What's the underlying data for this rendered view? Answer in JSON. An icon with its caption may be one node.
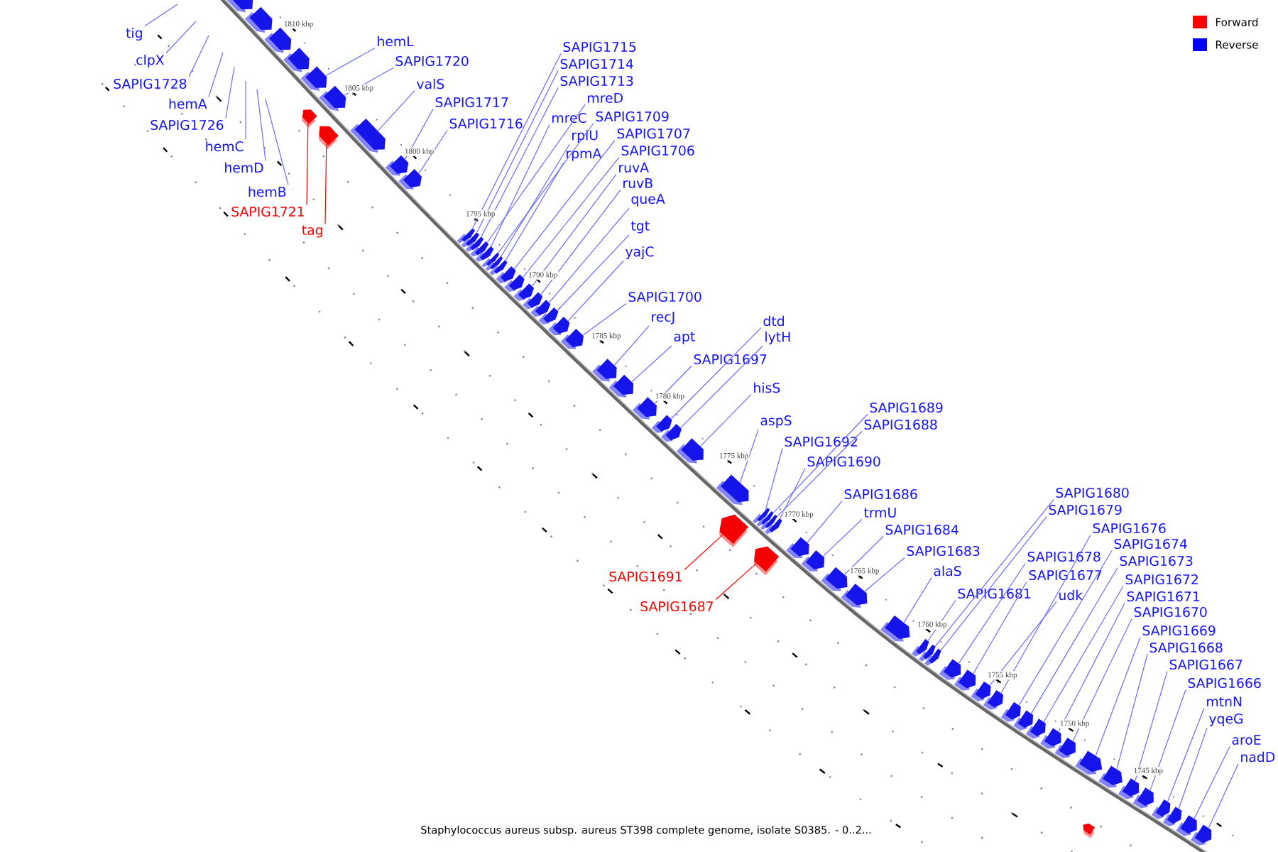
{
  "diagram": {
    "caption": "Staphylococcus aureus subsp. aureus ST398 complete genome, isolate S0385. - 0..2...",
    "nodes": [
      {
        "text": [
          "tig"
        ]
      },
      {
        "text": [
          "clpX"
        ]
      },
      {
        "text": [
          "SAPIG1728"
        ]
      },
      {
        "text": [
          "hemA"
        ]
      },
      {
        "text": [
          "SAPIG1726"
        ]
      },
      {
        "text": [
          "hemC"
        ]
      },
      {
        "text": [
          "hemD"
        ]
      },
      {
        "text": [
          "hemB"
        ]
      },
      {
        "text": [
          "SAPIG1721"
        ]
      },
      {
        "text": [
          "tag"
        ]
      },
      {
        "text": [
          "hemL"
        ]
      },
      {
        "text": [
          "SAPIG1720"
        ]
      },
      {
        "text": [
          "valS"
        ]
      },
      {
        "text": [
          "SAPIG1717"
        ]
      },
      {
        "text": [
          "SAPIG1716"
        ]
      },
      {
        "text": [
          "SAPIG1715"
        ]
      },
      {
        "text": [
          "SAPIG1714"
        ]
      },
      {
        "text": [
          "SAPIG1713"
        ]
      },
      {
        "text": [
          "mreD"
        ]
      },
      {
        "text": [
          "mreC"
        ]
      },
      {
        "text": [
          "SAPIG1709"
        ]
      },
      {
        "text": [
          "rplU"
        ]
      },
      {
        "text": [
          "rpmA"
        ]
      },
      {
        "text": [
          "SAPIG1707"
        ]
      },
      {
        "text": [
          "SAPIG1706"
        ]
      },
      {
        "text": [
          "ruvA"
        ]
      },
      {
        "text": [
          "ruvB"
        ]
      },
      {
        "text": [
          "queA"
        ]
      },
      {
        "text": [
          "tgt"
        ]
      },
      {
        "text": [
          "yajC"
        ]
      },
      {
        "text": [
          "SAPIG1700"
        ]
      },
      {
        "text": [
          "recJ"
        ]
      },
      {
        "text": [
          "apt"
        ]
      },
      {
        "text": [
          "SAPIG1697"
        ]
      },
      {
        "text": [
          "dtd"
        ]
      },
      {
        "text": [
          "lytH"
        ]
      },
      {
        "text": [
          "hisS"
        ]
      },
      {
        "text": [
          "aspS"
        ]
      },
      {
        "text": [
          "SAPIG1692"
        ]
      },
      {
        "text": [
          "SAPIG1689"
        ]
      },
      {
        "text": [
          "SAPIG1688"
        ]
      },
      {
        "text": [
          "SAPIG1690"
        ]
      },
      {
        "text": [
          "SAPIG1686"
        ]
      },
      {
        "text": [
          "trmU"
        ]
      },
      {
        "text": [
          "SAPIG1684"
        ]
      },
      {
        "text": [
          "SAPIG1683"
        ]
      },
      {
        "text": [
          "alaS"
        ]
      },
      {
        "text": [
          "SAPIG1691"
        ]
      },
      {
        "text": [
          "SAPIG1687"
        ]
      },
      {
        "text": [
          "SAPIG1681"
        ]
      },
      {
        "text": [
          "SAPIG1680"
        ]
      },
      {
        "text": [
          "SAPIG1679"
        ]
      },
      {
        "text": [
          "SAPIG1678"
        ]
      },
      {
        "text": [
          "SAPIG1677"
        ]
      },
      {
        "text": [
          "udk"
        ]
      },
      {
        "text": [
          "SAPIG1676"
        ]
      },
      {
        "text": [
          "SAPIG1674"
        ]
      },
      {
        "text": [
          "SAPIG1673"
        ]
      },
      {
        "text": [
          "SAPIG1672"
        ]
      },
      {
        "text": [
          "SAPIG1671"
        ]
      },
      {
        "text": [
          "SAPIG1670"
        ]
      },
      {
        "text": [
          "SAPIG1669"
        ]
      },
      {
        "text": [
          "SAPIG1668"
        ]
      },
      {
        "text": [
          "SAPIG1667"
        ]
      },
      {
        "text": [
          "SAPIG1666"
        ]
      },
      {
        "text": [
          "mtnN"
        ]
      },
      {
        "text": [
          "yqeG"
        ]
      },
      {
        "text": [
          "aroE"
        ]
      },
      {
        "text": [
          "nadD"
        ]
      },
      {
        "text": [],
        "shape": "box"
      },
      {
        "text": [],
        "shape": "box"
      },
      {
        "text": [],
        "shape": "box"
      },
      {
        "text": [],
        "shape": "box"
      },
      {
        "text": [],
        "shape": "box"
      },
      {
        "text": [],
        "shape": "box"
      },
      {
        "text": [],
        "shape": "box"
      },
      {
        "text": [],
        "shape": "box"
      },
      {
        "text": [],
        "shape": "box"
      },
      {
        "text": [],
        "shape": "box"
      },
      {
        "text": [],
        "shape": "box"
      },
      {
        "text": [],
        "shape": "box"
      },
      {
        "text": [],
        "shape": "box"
      },
      {
        "text": [],
        "shape": "box"
      },
      {
        "text": [],
        "shape": "box"
      },
      {
        "text": [],
        "shape": "box"
      },
      {
        "text": [],
        "shape": "box"
      },
      {
        "text": [],
        "shape": "box"
      },
      {
        "text": [],
        "shape": "box"
      },
      {
        "text": [],
        "shape": "box"
      },
      {
        "text": [],
        "shape": "box"
      },
      {
        "text": [],
        "shape": "box"
      },
      {
        "text": [],
        "shape": "box"
      },
      {
        "text": [],
        "shape": "box"
      },
      {
        "text": [],
        "shape": "box"
      },
      {
        "text": [],
        "shape": "box"
      },
      {
        "text": [],
        "shape": "box"
      },
      {
        "text": [],
        "shape": "box"
      },
      {
        "text": [],
        "shape": "box"
      },
      {
        "text": [],
        "shape": "box"
      },
      {
        "text": [],
        "shape": "box"
      },
      {
        "text": [],
        "shape": "box"
      },
      {
        "text": [],
        "shape": "box"
      },
      {
        "text": [],
        "shape": "box"
      },
      {
        "text": [],
        "shape": "box"
      },
      {
        "text": [],
        "shape": "box"
      },
      {
        "text": [],
        "shape": "box"
      },
      {
        "text": [],
        "shape": "box"
      },
      {
        "text": [],
        "shape": "box"
      },
      {
        "text": [],
        "shape": "box"
      },
      {
        "text": [],
        "shape": "box"
      },
      {
        "text": [],
        "shape": "box"
      },
      {
        "text": [],
        "shape": "box"
      },
      {
        "text": [],
        "shape": "box"
      },
      {
        "text": [],
        "shape": "box"
      },
      {
        "text": [],
        "shape": "box"
      },
      {
        "text": [],
        "shape": "box"
      },
      {
        "text": [],
        "shape": "box"
      },
      {
        "text": [],
        "shape": "box"
      },
      {
        "text": [],
        "shape": "box"
      },
      {
        "text": [],
        "shape": "box"
      },
      {
        "text": [],
        "shape": "box"
      },
      {
        "text": [],
        "shape": "box"
      },
      {
        "text": [],
        "shape": "box"
      },
      {
        "text": [],
        "shape": "box"
      },
      {
        "text": [],
        "shape": "box"
      },
      {
        "text": [],
        "shape": "box"
      },
      {
        "text": [],
        "shape": "box"
      },
      {
        "text": [],
        "shape": "box"
      },
      {
        "text": [],
        "shape": "box"
      },
      {
        "text": [],
        "shape": "box"
      },
      {
        "text": [],
        "shape": "box"
      },
      {
        "text": [],
        "shape": "box"
      },
      {
        "text": [],
        "shape": "box"
      },
      {
        "text": [],
        "shape": "box"
      },
      {
        "text": [],
        "shape": "box"
      }
    ],
    "edges": [
      {
        "from": 0,
        "to": null,
        "arrow": "none"
      },
      {
        "from": 1,
        "to": null,
        "arrow": "none"
      },
      {
        "from": 2,
        "to": null,
        "arrow": "none"
      },
      {
        "from": 3,
        "to": null,
        "arrow": "none"
      },
      {
        "from": 4,
        "to": null,
        "arrow": "none"
      },
      {
        "from": 5,
        "to": null,
        "arrow": "none"
      },
      {
        "from": 6,
        "to": null,
        "arrow": "none"
      },
      {
        "from": 7,
        "to": null,
        "arrow": "none"
      },
      {
        "from": 8,
        "to": 73,
        "arrow": "none",
        "color": "#ff0000"
      },
      {
        "from": 9,
        "to": 74,
        "arrow": "none",
        "color": "#ff0000"
      },
      {
        "from": 10,
        "to": 75,
        "arrow": "none"
      },
      {
        "from": 11,
        "to": 76,
        "arrow": "none"
      },
      {
        "from": 12,
        "to": 77,
        "arrow": "none"
      },
      {
        "from": 13,
        "to": 78,
        "arrow": "none"
      },
      {
        "from": 14,
        "to": 79,
        "arrow": "none"
      },
      {
        "from": 15,
        "to": 80,
        "arrow": "none"
      },
      {
        "from": 16,
        "to": 81,
        "arrow": "none"
      },
      {
        "from": 17,
        "to": 82,
        "arrow": "none"
      },
      {
        "from": 18,
        "to": 83,
        "arrow": "none"
      },
      {
        "from": 19,
        "to": 84,
        "arrow": "none"
      },
      {
        "from": 20,
        "to": 85,
        "arrow": "none"
      },
      {
        "from": 21,
        "to": 86,
        "arrow": "none"
      },
      {
        "from": 22,
        "to": 87,
        "arrow": "none"
      },
      {
        "from": 23,
        "to": 88,
        "arrow": "none"
      },
      {
        "from": 24,
        "to": 89,
        "arrow": "none"
      },
      {
        "from": 25,
        "to": 90,
        "arrow": "none"
      },
      {
        "from": 26,
        "to": 91,
        "arrow": "none"
      },
      {
        "from": 27,
        "to": 92,
        "arrow": "none"
      },
      {
        "from": 28,
        "to": 93,
        "arrow": "none"
      },
      {
        "from": 29,
        "to": 94,
        "arrow": "none"
      },
      {
        "from": 30,
        "to": 95,
        "arrow": "none"
      },
      {
        "from": 31,
        "to": 96,
        "arrow": "none"
      },
      {
        "from": 32,
        "to": 97,
        "arrow": "none"
      },
      {
        "from": 33,
        "to": 98,
        "arrow": "none"
      },
      {
        "from": 34,
        "to": 99,
        "arrow": "none"
      },
      {
        "from": 35,
        "to": 100,
        "arrow": "none"
      },
      {
        "from": 36,
        "to": 101,
        "arrow": "none"
      },
      {
        "from": 37,
        "to": 102,
        "arrow": "none"
      },
      {
        "from": 38,
        "to": 103,
        "arrow": "none"
      },
      {
        "from": 39,
        "to": 104,
        "arrow": "none"
      },
      {
        "from": 40,
        "to": 105,
        "arrow": "none"
      },
      {
        "from": 41,
        "to": 106,
        "arrow": "none"
      },
      {
        "from": 42,
        "to": 107,
        "arrow": "none"
      },
      {
        "from": 43,
        "to": 108,
        "arrow": "none"
      },
      {
        "from": 44,
        "to": 109,
        "arrow": "none"
      },
      {
        "from": 45,
        "to": 110,
        "arrow": "none"
      },
      {
        "from": 46,
        "to": 111,
        "arrow": "none"
      },
      {
        "from": 47,
        "to": 112,
        "arrow": "none",
        "color": "#ff0000"
      },
      {
        "from": 48,
        "to": 113,
        "arrow": "none",
        "color": "#ff0000"
      },
      {
        "from": 49,
        "to": 114,
        "arrow": "none"
      },
      {
        "from": 50,
        "to": 115,
        "arrow": "none"
      },
      {
        "from": 51,
        "to": 116,
        "arrow": "none"
      },
      {
        "from": 52,
        "to": 117,
        "arrow": "none"
      },
      {
        "from": 53,
        "to": 118,
        "arrow": "none"
      },
      {
        "from": 54,
        "to": 119,
        "arrow": "none"
      },
      {
        "from": 55,
        "to": 120,
        "arrow": "none"
      },
      {
        "from": 56,
        "to": 121,
        "arrow": "none"
      },
      {
        "from": 57,
        "to": 122,
        "arrow": "none"
      },
      {
        "from": 58,
        "to": 123,
        "arrow": "none"
      },
      {
        "from": 59,
        "to": 124,
        "arrow": "none"
      },
      {
        "from": 60,
        "to": 125,
        "arrow": "none"
      },
      {
        "from": 61,
        "to": 126,
        "arrow": "none"
      },
      {
        "from": 62,
        "to": 127,
        "arrow": "none"
      },
      {
        "from": 63,
        "to": 128,
        "arrow": "none"
      },
      {
        "from": 64,
        "to": 129,
        "arrow": "none"
      },
      {
        "from": 65,
        "to": 130,
        "arrow": "none"
      },
      {
        "from": 66,
        "to": 131,
        "arrow": "none"
      },
      {
        "from": 67,
        "to": 132,
        "arrow": "none"
      },
      {
        "from": 68,
        "to": 133,
        "arrow": "none"
      }
    ],
    "labels": [
      "1810 kbp",
      "1805 kbp",
      "1800 kbp",
      "1795 kbp",
      "1790 kbp",
      "1785 kbp",
      "1780 kbp",
      "1775 kbp",
      "1770 kbp",
      "1765 kbp",
      "1760 kbp",
      "1755 kbp",
      "1750 kbp",
      "1745 kbp"
    ],
    "legend": [
      {
        "text": "Forward",
        "color": "#ff0000"
      },
      {
        "text": "Reverse",
        "color": "#0000ff"
      }
    ]
  }
}
